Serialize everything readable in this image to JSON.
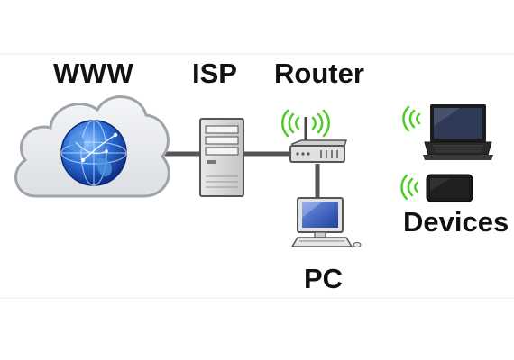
{
  "labels": {
    "www": "WWW",
    "isp": "ISP",
    "router": "Router",
    "devices": "Devices",
    "pc": "PC"
  },
  "colors": {
    "cable": "#555555",
    "cloud_fill": "#e9ecef",
    "cloud_stroke": "#9ea4aa",
    "globe": "#1f56c4",
    "wifi_waves": "#4ccd24",
    "device_body": "#1c1c1c",
    "screen": "#3a5db8"
  },
  "nodes": [
    {
      "name": "cloud",
      "icon": "cloud-icon"
    },
    {
      "name": "globe",
      "icon": "globe-icon"
    },
    {
      "name": "isp",
      "icon": "server-tower-icon"
    },
    {
      "name": "router",
      "icon": "router-icon"
    },
    {
      "name": "pc",
      "icon": "desktop-computer-icon"
    },
    {
      "name": "laptop",
      "icon": "laptop-icon"
    },
    {
      "name": "tablet",
      "icon": "tablet-icon"
    }
  ]
}
